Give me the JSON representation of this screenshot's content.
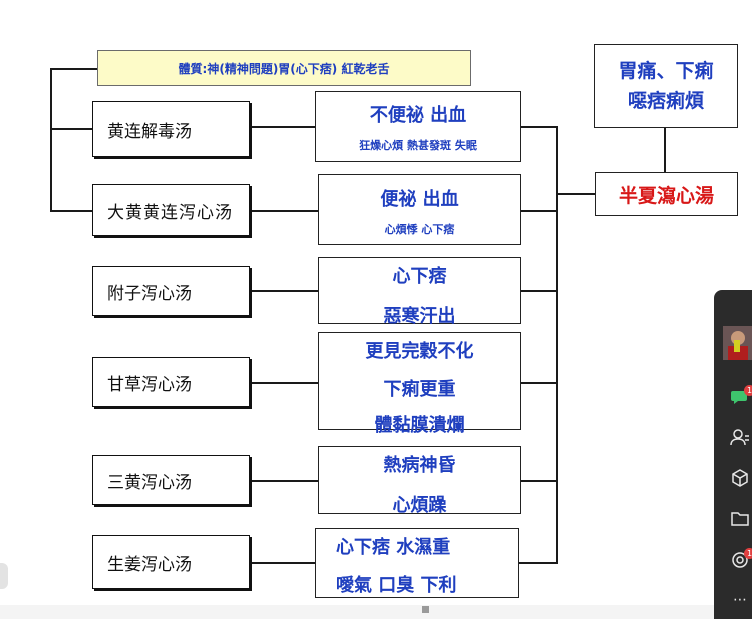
{
  "constitution": "體質:神(精神問題)胃(心下痞) 紅乾老舌",
  "formulas": [
    {
      "name": "黄连解毒汤"
    },
    {
      "name": "大黄黄连泻心汤"
    },
    {
      "name": "附子泻心汤"
    },
    {
      "name": "甘草泻心汤"
    },
    {
      "name": "三黄泻心汤"
    },
    {
      "name": "生姜泻心汤"
    }
  ],
  "symptoms": [
    {
      "line1": "不便祕 出血",
      "line2": "狂燥心煩 熱甚發斑 失眠"
    },
    {
      "line1": "便祕 出血",
      "line2": "心煩悸 心下痞"
    },
    {
      "line1": "心下痞",
      "line2": "惡寒汗出"
    },
    {
      "line1": "更見完穀不化",
      "line2": "下痢更重",
      "line3": "體黏膜潰爛"
    },
    {
      "line1": "熱病神昏",
      "line2": "心煩躁"
    },
    {
      "line1": "心下痞 水濕重",
      "line2": "噯氣 口臭 下利"
    }
  ],
  "main_symptoms": {
    "line1": "胃痛、下痢",
    "line2": "噁痞痢煩"
  },
  "main_formula": "半夏瀉心湯",
  "sidebar": {
    "badge_chat": "1",
    "badge_share": "1",
    "more": "⋯"
  },
  "colors": {
    "symptom_text": "#1f3fbf",
    "main_formula_text": "#d81818",
    "constitution_bg": "#fdfbc8"
  }
}
